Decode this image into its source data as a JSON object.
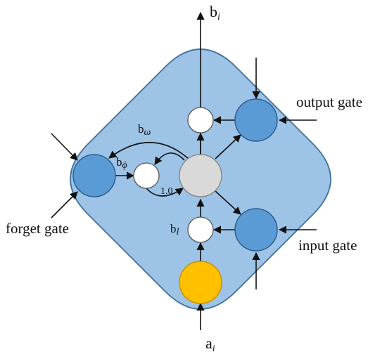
{
  "labels": {
    "output": {
      "main": "b",
      "sub": "i"
    },
    "input": {
      "main": "a",
      "sub": "i"
    },
    "b_omega": {
      "main": "b",
      "sub": "ω"
    },
    "b_phi": {
      "main": "b",
      "sub": "ϕ"
    },
    "b_l": {
      "main": "b",
      "sub": "l"
    },
    "self_loop_weight": "1.0",
    "output_gate": "output gate",
    "input_gate": "input gate",
    "forget_gate": "forget gate"
  },
  "colors": {
    "cell_fill": "#9dc3e6",
    "cell_stroke": "#41719c",
    "gate_fill": "#5b9bd5",
    "gate_stroke": "#2e5f8f",
    "center_fill": "#d9d9d9",
    "input_unit_fill": "#ffc000",
    "small_node_fill": "#ffffff",
    "arrow": "#111111"
  }
}
